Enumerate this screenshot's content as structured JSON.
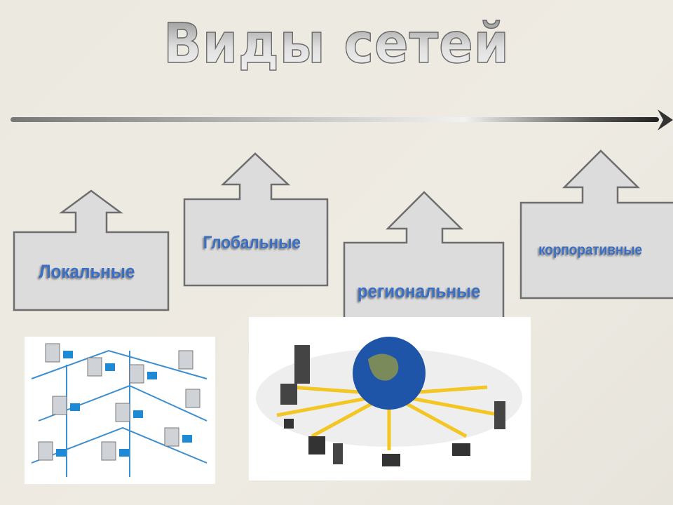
{
  "slide": {
    "title": "Виды  сетей",
    "categories": [
      {
        "label": "Локальные"
      },
      {
        "label": "Глобальные"
      },
      {
        "label": "региональные"
      },
      {
        "label": "корпоративные"
      }
    ],
    "images": [
      "local-network-illustration",
      "global-network-globe-illustration"
    ],
    "colors": {
      "background": "#ece9e0",
      "callout_fill": "#dcdcdc",
      "callout_stroke": "#6e6e6e",
      "label": "#3a6fc4"
    }
  }
}
